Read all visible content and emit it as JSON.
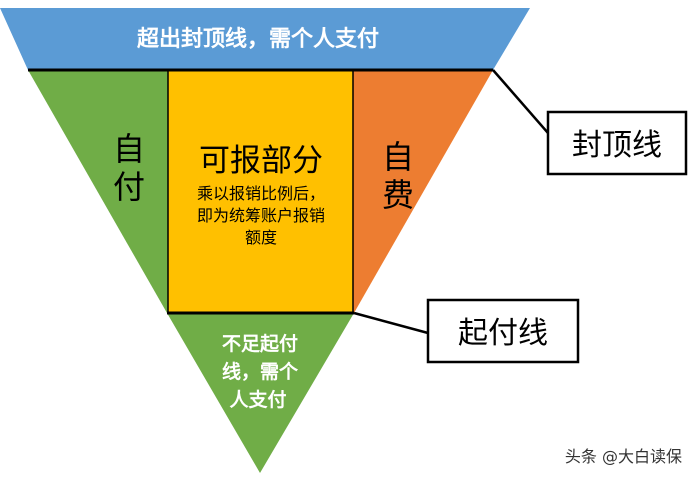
{
  "diagram": {
    "top_band_text": "超出封顶线，需个人支付",
    "left_label": [
      "自",
      "付"
    ],
    "center_title": "可报部分",
    "center_desc": [
      "乘以报销比例后，",
      "即为统筹账户报销",
      "额度"
    ],
    "right_label": [
      "自",
      "费"
    ],
    "bottom_text": [
      "不足起付",
      "线，需个",
      "人支付"
    ],
    "callout_cap": "封顶线",
    "callout_start": "起付线",
    "watermark": "头条 @大白读保"
  },
  "colors": {
    "top_band": "#5B9BD5",
    "left_section": "#70AD47",
    "center_section": "#FFC000",
    "right_section": "#ED7D31",
    "bottom_section": "#70AD47",
    "outline": "#000000"
  }
}
